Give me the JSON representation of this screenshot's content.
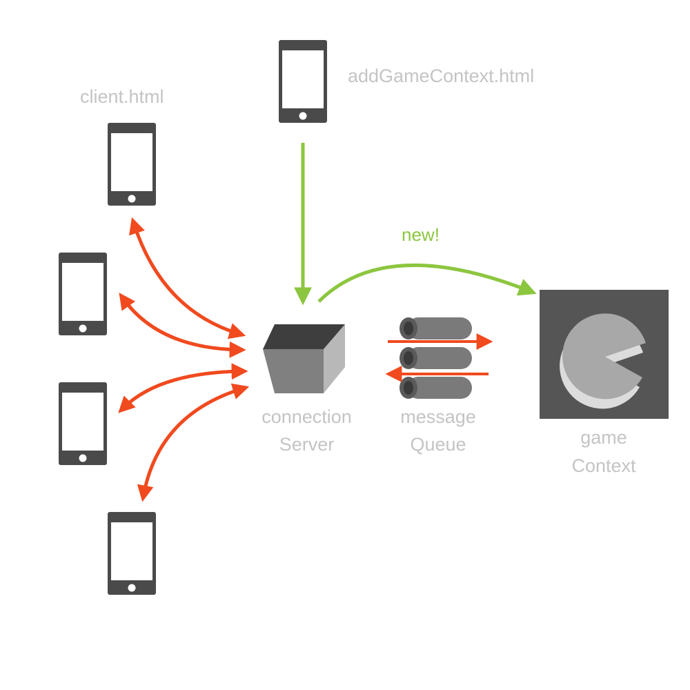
{
  "labels": {
    "client": "client.html",
    "add_game_context": "addGameContext.html",
    "new_label": "new!",
    "connection_server_line1": "connection",
    "connection_server_line2": "Server",
    "message_queue_line1": "message",
    "message_queue_line2": "Queue",
    "game_context_line1": "game",
    "game_context_line2": "Context"
  },
  "colors": {
    "phone": "#4a4a4a",
    "phone_screen": "#ffffff",
    "arrow_red": "#f04a1e",
    "arrow_green": "#8cc63f",
    "label_gray": "#c4c4c4",
    "game_box": "#555555"
  },
  "icons": {
    "phone": "smartphone-icon",
    "server": "cube-icon",
    "queue": "pipes-icon",
    "game": "pacman-icon"
  }
}
